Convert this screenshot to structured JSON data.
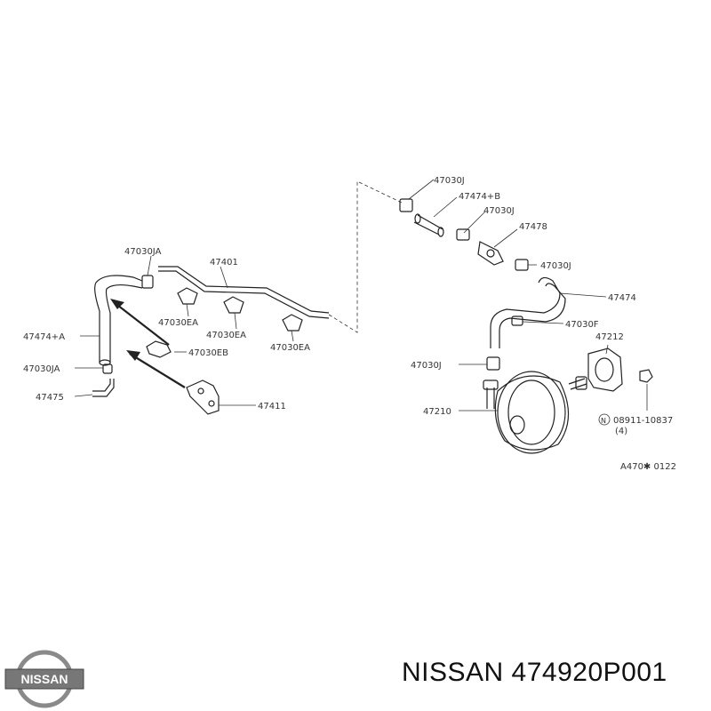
{
  "labels": {
    "l_47030JA_top": "47030JA",
    "l_47401": "47401",
    "l_47030EA_1": "47030EA",
    "l_47030EA_2": "47030EA",
    "l_47030EA_3": "47030EA",
    "l_47474A": "47474+A",
    "l_47030EB": "47030EB",
    "l_47030JA_left": "47030JA",
    "l_47475": "47475",
    "l_47411": "47411",
    "l_47030J_1": "47030J",
    "l_47474B": "47474+B",
    "l_47030J_2": "47030J",
    "l_47478": "47478",
    "l_47030J_3": "47030J",
    "l_47474": "47474",
    "l_47030F": "47030F",
    "l_47212": "47212",
    "l_47030J_4": "47030J",
    "l_47210": "47210",
    "l_08911": "08911-10837",
    "l_qty": "(4)",
    "l_N": "N",
    "l_ref": "A470✱ 0122"
  },
  "logo_text": "NISSAN",
  "footer_text": "NISSAN 474920P001"
}
